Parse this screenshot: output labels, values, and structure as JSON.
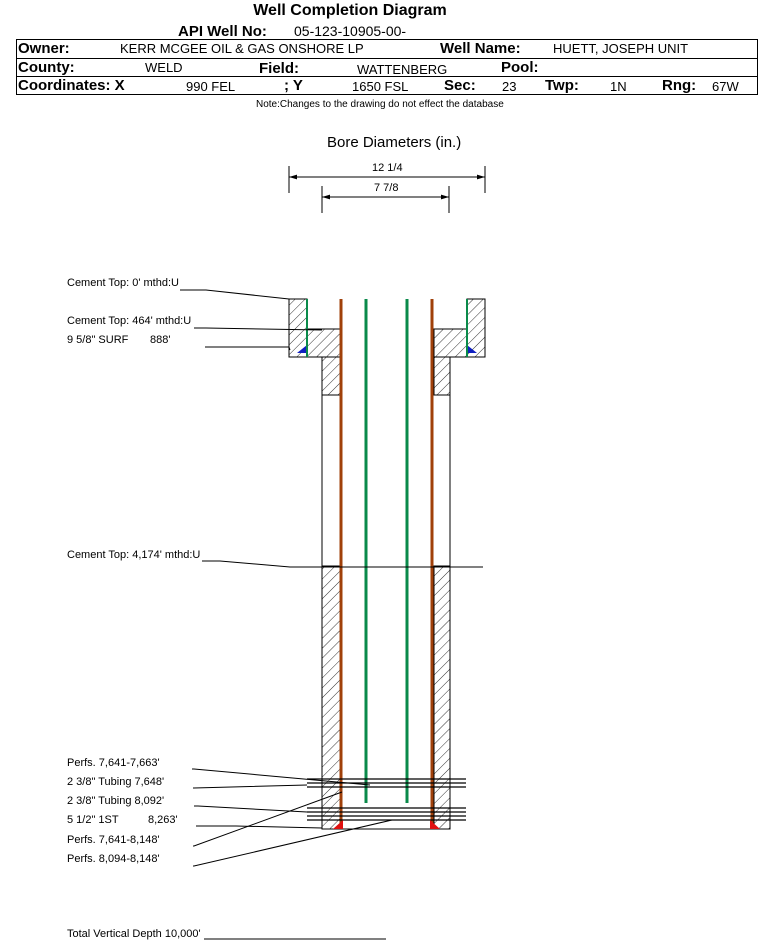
{
  "title": "Well Completion Diagram",
  "api_label": "API Well No:",
  "api_value": "05-123-10905-00-",
  "owner_label": "Owner:",
  "owner_value": "KERR MCGEE OIL & GAS ONSHORE LP",
  "well_name_label": "Well Name:",
  "well_name_value": "HUETT, JOSEPH UNIT",
  "county_label": "County:",
  "county_value": "WELD",
  "field_label": "Field:",
  "field_value": "WATTENBERG",
  "pool_label": "Pool:",
  "pool_value": "",
  "coord_x_label": "Coordinates: X",
  "coord_x_value": "990 FEL",
  "coord_y_label": "; Y",
  "coord_y_value": "1650 FSL",
  "sec_label": "Sec:",
  "sec_value": "23",
  "twp_label": "Twp:",
  "twp_value": "1N",
  "rng_label": "Rng:",
  "rng_value": "67W",
  "note": "Note:Changes to the drawing do not effect the database",
  "bore_title": "Bore Diameters (in.)",
  "bore_outer": "12 1/4",
  "bore_inner": "7 7/8",
  "annotations": {
    "cement_top_0": "Cement Top: 0' mthd:U",
    "cement_top_464": "Cement Top: 464' mthd:U",
    "surf_casing": "9 5/8\" SURF",
    "surf_depth": "888'",
    "cement_top_4174": "Cement Top: 4,174' mthd:U",
    "perfs_1": "Perfs. 7,641-7,663'",
    "tubing_1": "2 3/8\" Tubing 7,648'",
    "tubing_2": "2 3/8\" Tubing 8,092'",
    "prod_casing": "5 1/2\" 1ST",
    "prod_depth": "8,263'",
    "perfs_2": "Perfs. 7,641-8,148'",
    "perfs_3": "Perfs. 8,094-8,148'",
    "tvd": "Total Vertical Depth 10,000'"
  },
  "colors": {
    "casing_brown": "#a0400a",
    "tubing_green": "#0a8a4a",
    "cement_blue": "#1020c0",
    "perf_red": "#e01010",
    "line_black": "#000000"
  }
}
